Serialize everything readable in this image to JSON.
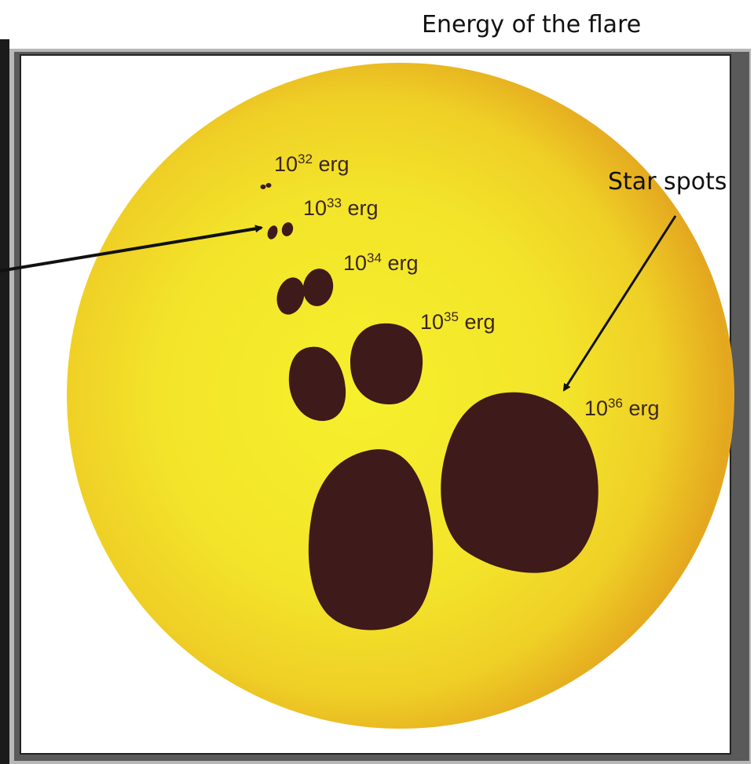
{
  "header": {
    "title": "Energy of the flare"
  },
  "callout": {
    "star_spots_label": "Star spots"
  },
  "energy_levels": [
    {
      "base": "10",
      "exponent": "32",
      "unit": "erg"
    },
    {
      "base": "10",
      "exponent": "33",
      "unit": "erg"
    },
    {
      "base": "10",
      "exponent": "34",
      "unit": "erg"
    },
    {
      "base": "10",
      "exponent": "35",
      "unit": "erg"
    },
    {
      "base": "10",
      "exponent": "36",
      "unit": "erg"
    }
  ],
  "colors": {
    "star_center": "#f5ee2a",
    "star_edge": "#e3a51f",
    "spot": "#3e1a1a",
    "label": "#3a2620",
    "arrow": "#111111",
    "frame": "#2a2a2a"
  }
}
